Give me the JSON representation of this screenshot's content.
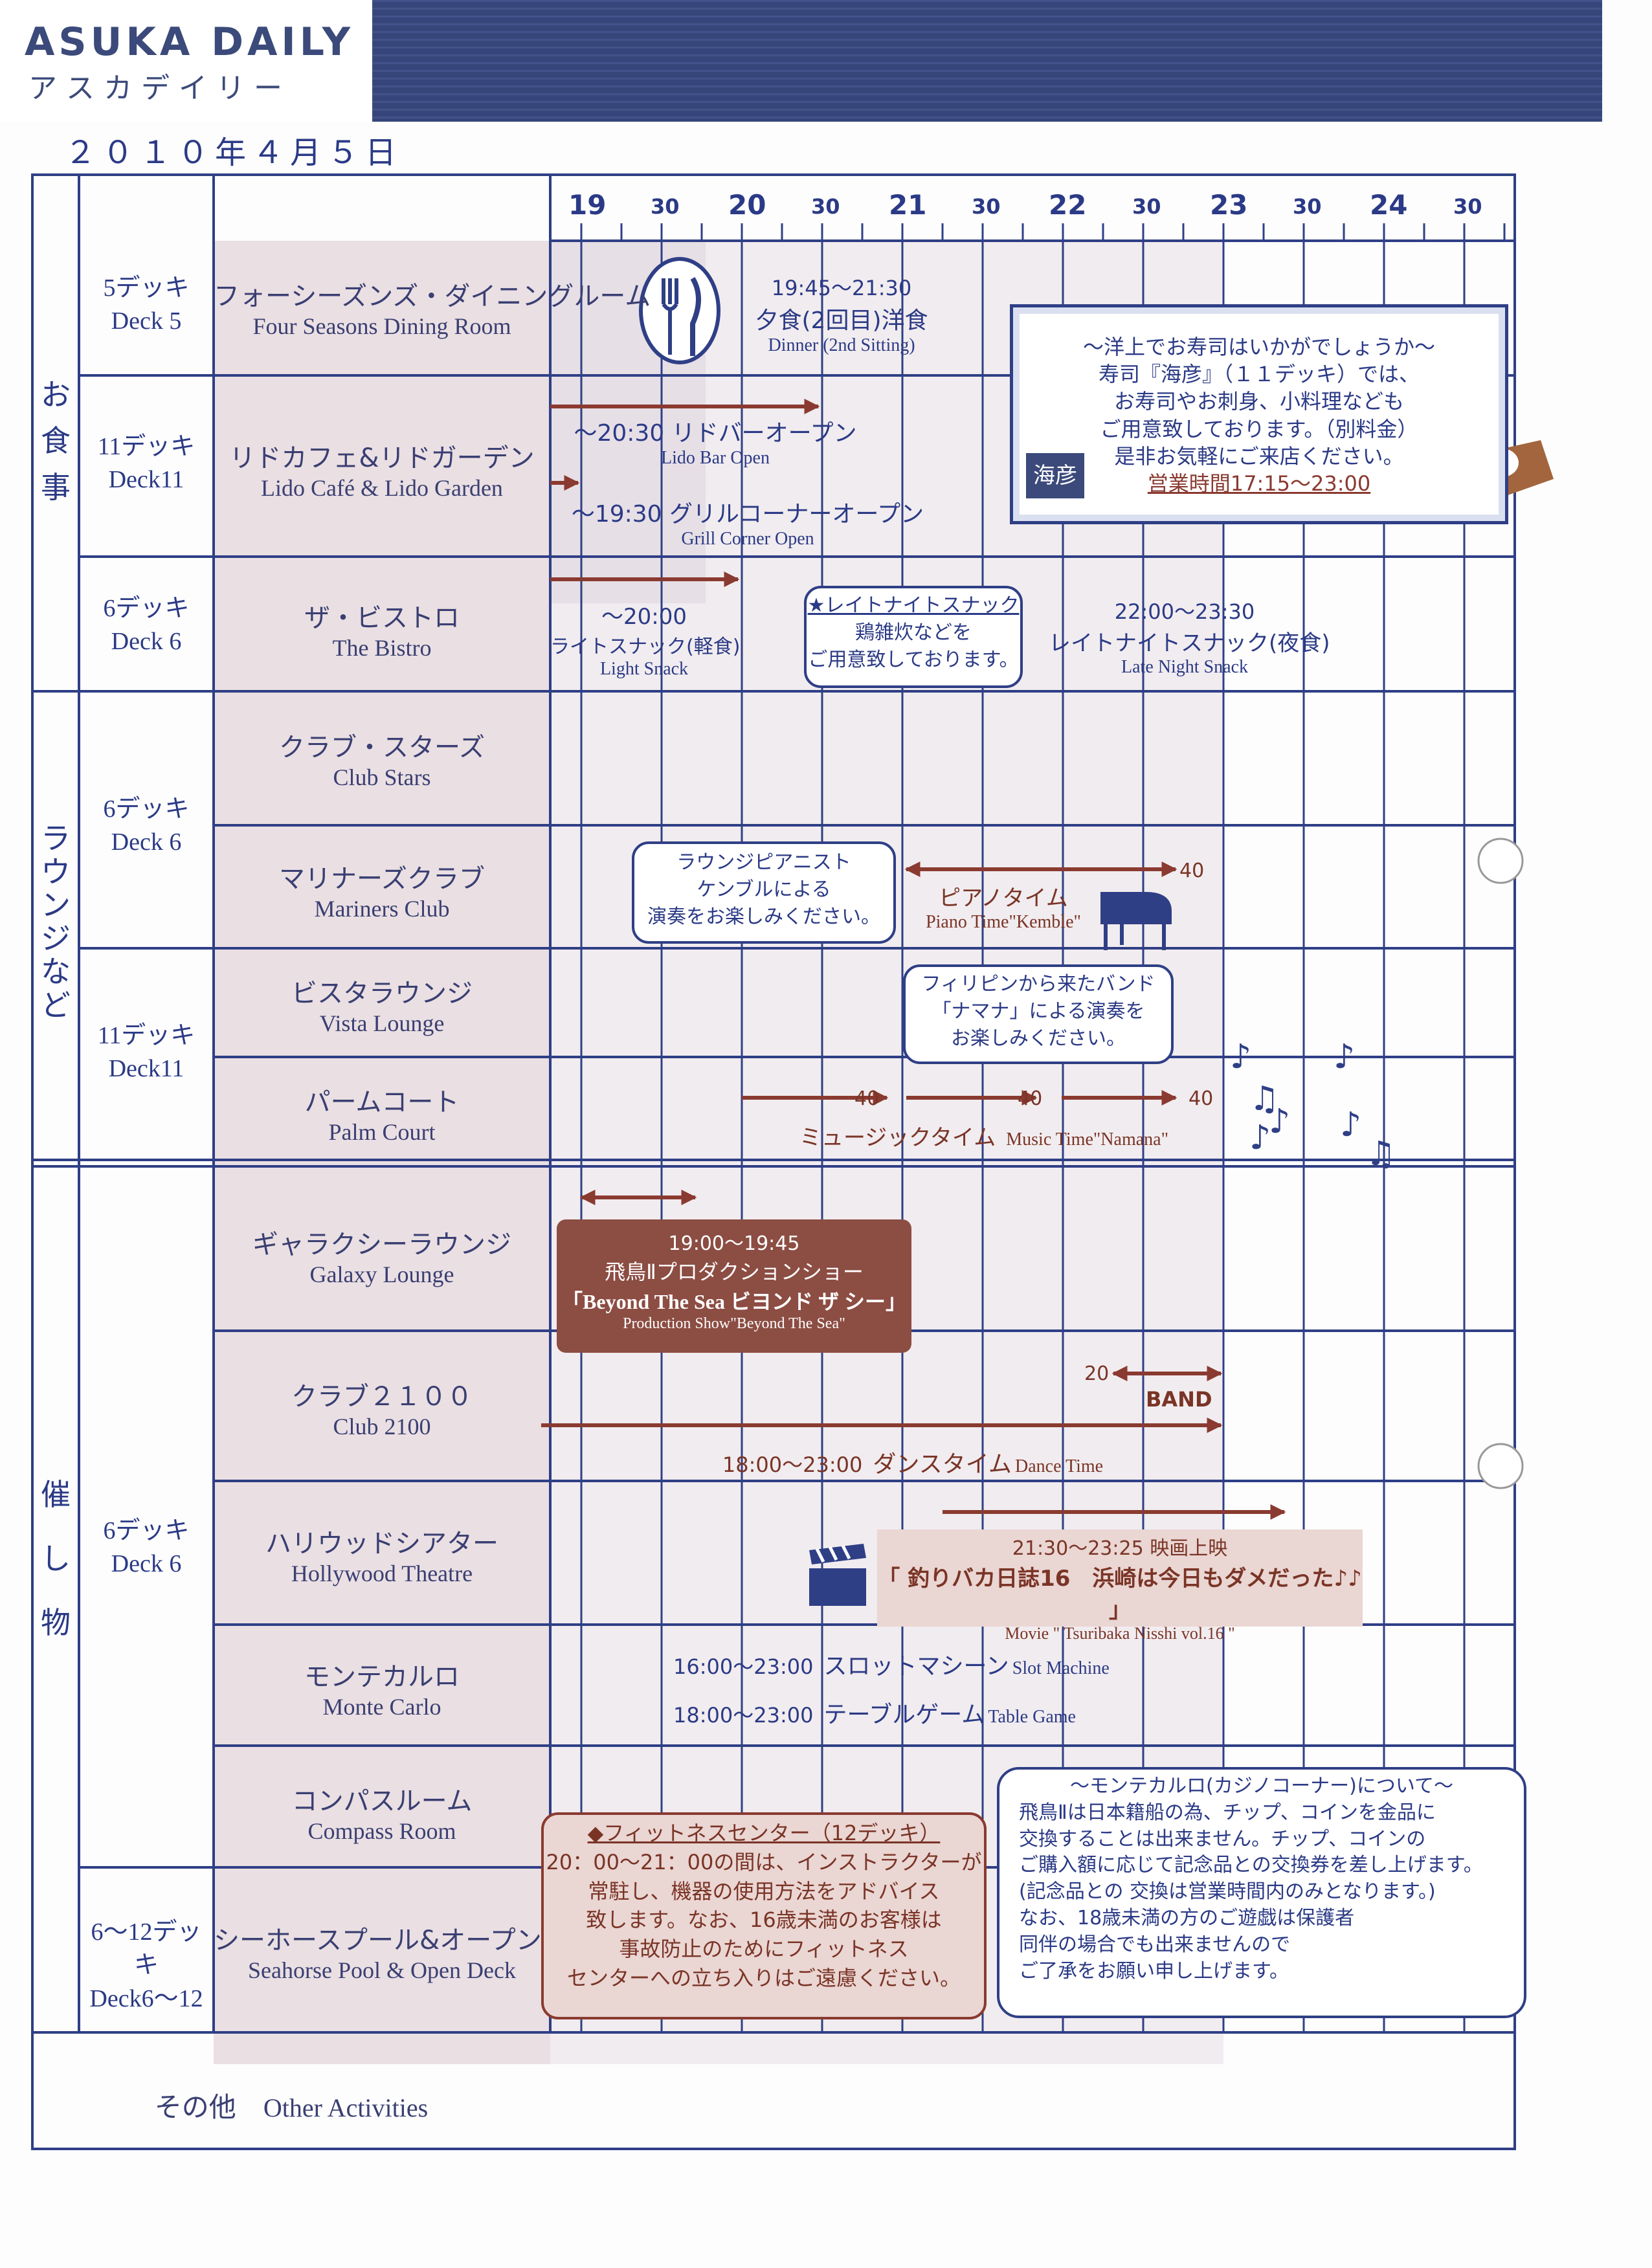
{
  "header": {
    "brand": "ASUKA DAILY",
    "brand_kana": "アスカデイリー",
    "date": "２０１０年４月５日"
  },
  "timeline": {
    "hours": [
      "19",
      "20",
      "21",
      "22",
      "23",
      "24"
    ],
    "half": "30"
  },
  "categories": {
    "dining": "お食事",
    "lounge": "ラウンジなど",
    "events": "催し物"
  },
  "decks": {
    "d5": {
      "ja": "5デッキ",
      "en": "Deck 5"
    },
    "d11a": {
      "ja": "11デッキ",
      "en": "Deck11"
    },
    "d6a": {
      "ja": "6デッキ",
      "en": "Deck 6"
    },
    "d6b": {
      "ja": "6デッキ",
      "en": "Deck 6"
    },
    "d11b": {
      "ja": "11デッキ",
      "en": "Deck11"
    },
    "d6c": {
      "ja": "6デッキ",
      "en": "Deck 6"
    },
    "d612": {
      "ja": "6〜12デッキ",
      "en": "Deck6〜12"
    }
  },
  "venues": [
    {
      "ja": "フォーシーズンズ・ダイニングルーム",
      "en": "Four Seasons Dining Room"
    },
    {
      "ja": "リドカフェ&リドガーデン",
      "en": "Lido Café & Lido Garden"
    },
    {
      "ja": "ザ・ビストロ",
      "en": "The Bistro"
    },
    {
      "ja": "クラブ・スターズ",
      "en": "Club Stars"
    },
    {
      "ja": "マリナーズクラブ",
      "en": "Mariners Club"
    },
    {
      "ja": "ビスタラウンジ",
      "en": "Vista Lounge"
    },
    {
      "ja": "パームコート",
      "en": "Palm Court"
    },
    {
      "ja": "ギャラクシーラウンジ",
      "en": "Galaxy Lounge"
    },
    {
      "ja": "クラブ２１００",
      "en": "Club 2100"
    },
    {
      "ja": "ハリウッドシアター",
      "en": "Hollywood Theatre"
    },
    {
      "ja": "モンテカルロ",
      "en": "Monte Carlo"
    },
    {
      "ja": "コンパスルーム",
      "en": "Compass Room"
    },
    {
      "ja": "シーホースプール&オープンデッキ",
      "en": "Seahorse Pool & Open Deck"
    }
  ],
  "other": {
    "ja": "その他",
    "en": "Other Activities"
  },
  "events": {
    "dinner": {
      "time": "19:45〜21:30",
      "ja": "夕食(2回目)洋食",
      "en": "Dinner (2nd Sitting)"
    },
    "lido_bar": {
      "ja": "〜20:30 リドバーオープン",
      "en": "Lido Bar Open"
    },
    "grill": {
      "ja": "〜19:30 グリルコーナーオープン",
      "en": "Grill Corner Open"
    },
    "light_snack": {
      "time": "〜20:00",
      "ja": "ライトスナック(軽食)",
      "en": "Light Snack"
    },
    "late_snack": {
      "time": "22:00〜23:30",
      "ja": "レイトナイトスナック(夜食)",
      "en": "Late Night Snack"
    },
    "piano": {
      "ja": "ピアノタイム",
      "en": "Piano Time\"Kemble\"",
      "num": "40"
    },
    "music": {
      "ja": "ミュージックタイム",
      "en": "Music Time\"Namana\"",
      "num": "40"
    },
    "galaxy_show": {
      "time": "19:00〜19:45",
      "ja": "飛鳥Ⅱプロダクションショー",
      "title": "「Beyond The Sea ビヨンド ザ シー」",
      "en": "Production Show\"Beyond The Sea\""
    },
    "club_band": {
      "num": "20",
      "label": "BAND"
    },
    "dance": {
      "time": "18:00〜23:00",
      "ja": "ダンスタイム",
      "en": "Dance Time"
    },
    "movie": {
      "time": "21:30〜23:25 映画上映",
      "ja": "「 釣りバカ日誌16　浜崎は今日もダメだった♪♪ 」",
      "en": "Movie \" Tsuribaka Nisshi vol.16 \""
    },
    "slot": {
      "time": "16:00〜23:00",
      "ja": "スロットマシーン",
      "en": "Slot Machine"
    },
    "table": {
      "time": "18:00〜23:00",
      "ja": "テーブルゲーム",
      "en": "Table Game"
    }
  },
  "notes": {
    "sushi": {
      "l1": "〜洋上でお寿司はいかがでしょうか〜",
      "l2": "寿司『海彦』（１１デッキ）では、",
      "l3": "お寿司やお刺身、小料理なども",
      "l4": "ご用意致しております。（別料金）",
      "l5": "是非お気軽にご来店ください。",
      "hours": "営業時間17:15〜23:00",
      "logo": "海彦"
    },
    "snack_bubble": {
      "l1": "★レイトナイトスナック",
      "l2": "鶏雑炊などを",
      "l3": "ご用意致しております。"
    },
    "pianist_bubble": {
      "l1": "ラウンジピアニスト",
      "l2": "ケンブルによる",
      "l3": "演奏をお楽しみください。"
    },
    "band_bubble": {
      "l1": "フィリピンから来たバンド",
      "l2": "「ナマナ」による演奏を",
      "l3": "お楽しみください。"
    },
    "fitness": {
      "l1": "◆フィットネスセンター（12デッキ）",
      "l2": "20：00〜21：00の間は、インストラクターが",
      "l3": "常駐し、機器の使用方法をアドバイス",
      "l4": "致します。なお、16歳未満のお客様は",
      "l5": "事故防止のためにフィットネス",
      "l6": "センターへの立ち入りはご遠慮ください。"
    },
    "casino": {
      "l1": "〜モンテカルロ(カジノコーナー)について〜",
      "l2": "飛鳥Ⅱは日本籍船の為、チップ、コインを金品に",
      "l3": "交換することは出来ません。チップ、コインの",
      "l4": "ご購入額に応じて記念品との交換券を差し上げます。",
      "l5": "(記念品との 交換は営業時間内のみとなります。)",
      "l6": "なお、18歳未満の方のご遊戯は保護者",
      "l7": "同伴の場合でも出来ませんので",
      "l8": "ご了承をお願い申し上げます。"
    }
  },
  "colors": {
    "ink": "#2f3f86",
    "event": "#7a3426",
    "venue_bg": "#eadfe2",
    "grid_bg": "#f1eef1",
    "header_bg": "#364576"
  }
}
